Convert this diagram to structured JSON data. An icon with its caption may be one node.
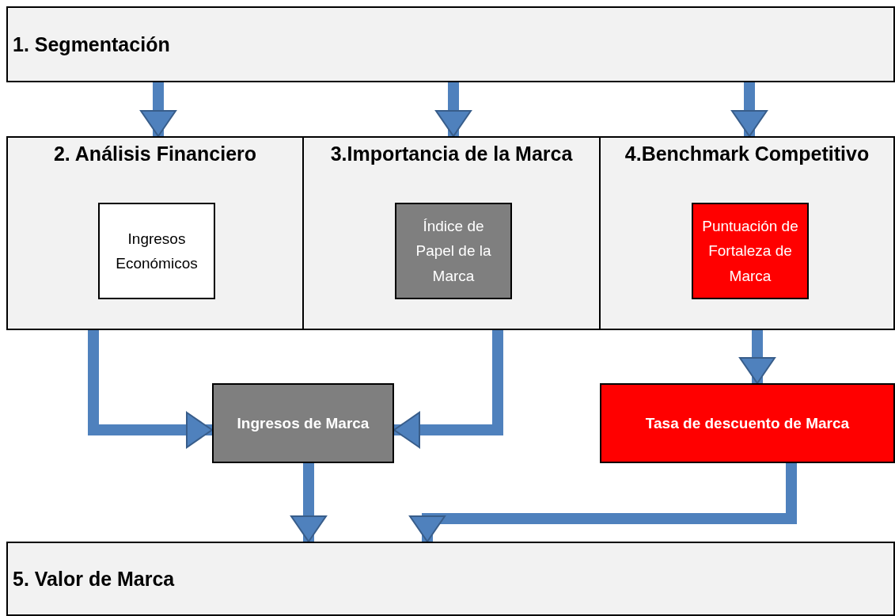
{
  "diagram": {
    "nodes": [
      {
        "text": [
          "1. Segmentación"
        ]
      },
      {
        "text": [
          "2. Análisis Financiero"
        ]
      },
      {
        "text": [
          "3.Importancia de la Marca"
        ]
      },
      {
        "text": [
          "4.Benchmark Competitivo"
        ]
      },
      {
        "text": [
          "Ingresos Económicos"
        ],
        "in": 1
      },
      {
        "text": [
          "Índice de Papel de la Marca"
        ],
        "in": 2
      },
      {
        "text": [
          "Puntuación de Fortaleza de Marca"
        ],
        "in": 3
      },
      {
        "text": [
          "Ingresos de Marca"
        ]
      },
      {
        "text": [
          "Tasa de descuento de Marca"
        ]
      },
      {
        "text": [
          "5. Valor de Marca"
        ]
      }
    ],
    "edges": [
      {
        "from": 0,
        "to": 1,
        "arrow": "to"
      },
      {
        "from": 0,
        "to": 2,
        "arrow": "to"
      },
      {
        "from": 0,
        "to": 3,
        "arrow": "to"
      },
      {
        "from": 1,
        "to": 7,
        "arrow": "to"
      },
      {
        "from": 2,
        "to": 7,
        "arrow": "to"
      },
      {
        "from": 3,
        "to": 8,
        "arrow": "to"
      },
      {
        "from": 7,
        "to": 9,
        "arrow": "to"
      },
      {
        "from": 8,
        "to": 9,
        "arrow": "to"
      }
    ]
  }
}
